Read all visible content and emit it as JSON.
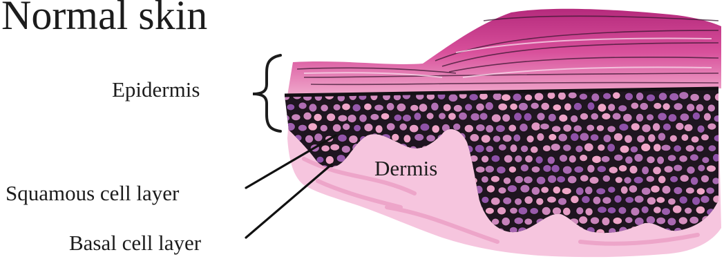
{
  "title": "Normal skin",
  "labels": {
    "epidermis": "Epidermis",
    "dermis": "Dermis",
    "squamous": "Squamous cell layer",
    "basal": "Basal cell layer"
  },
  "colors": {
    "stratum_corneum": "#c9398d",
    "dermis": "#f6c5de",
    "cell_outline": "#1a1418",
    "cell_fill_light": "#f2a7c9",
    "cell_fill_dark": "#8c4fa8"
  }
}
